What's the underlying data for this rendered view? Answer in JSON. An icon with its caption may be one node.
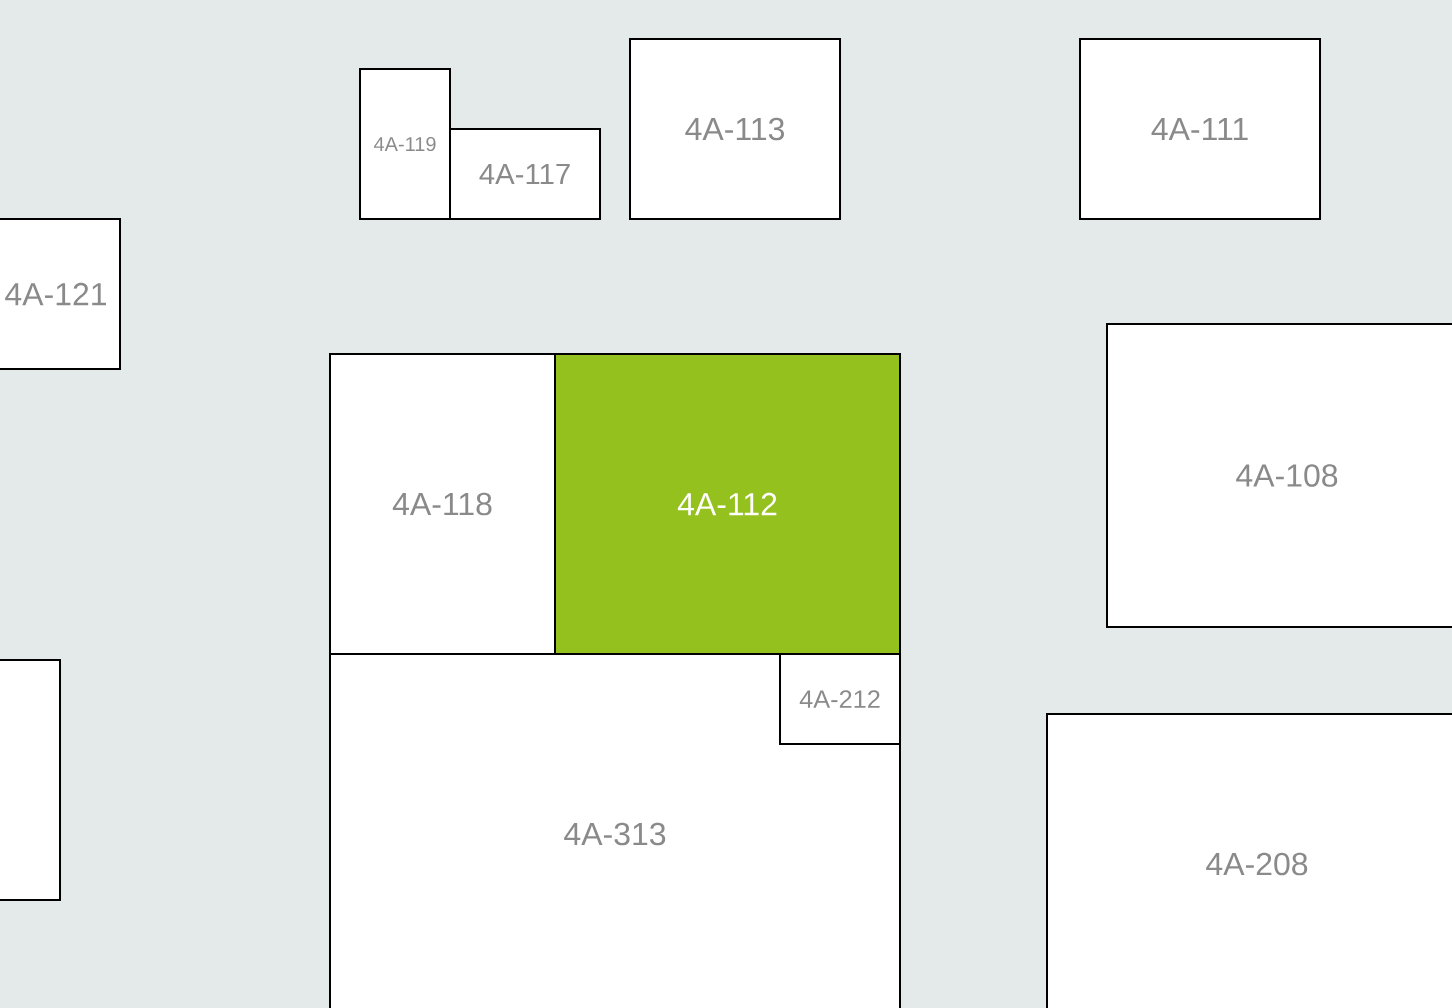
{
  "diagram": {
    "nodes": [
      {
        "text": [
          "4A-119"
        ]
      },
      {
        "text": [
          "4A-117"
        ]
      },
      {
        "text": [
          "4A-113"
        ]
      },
      {
        "text": [
          "4A-111"
        ]
      },
      {
        "text": [
          "4A-121"
        ]
      },
      {
        "text": [
          "4A-118"
        ]
      },
      {
        "text": [
          "4A-112"
        ]
      },
      {
        "text": [
          "4A-108"
        ]
      },
      {
        "text": [
          "4A-313"
        ]
      },
      {
        "text": [
          "4A-212"
        ],
        "in": 8
      },
      {
        "text": [],
        "shape": "box"
      },
      {
        "text": [
          "4A-208"
        ]
      }
    ]
  }
}
